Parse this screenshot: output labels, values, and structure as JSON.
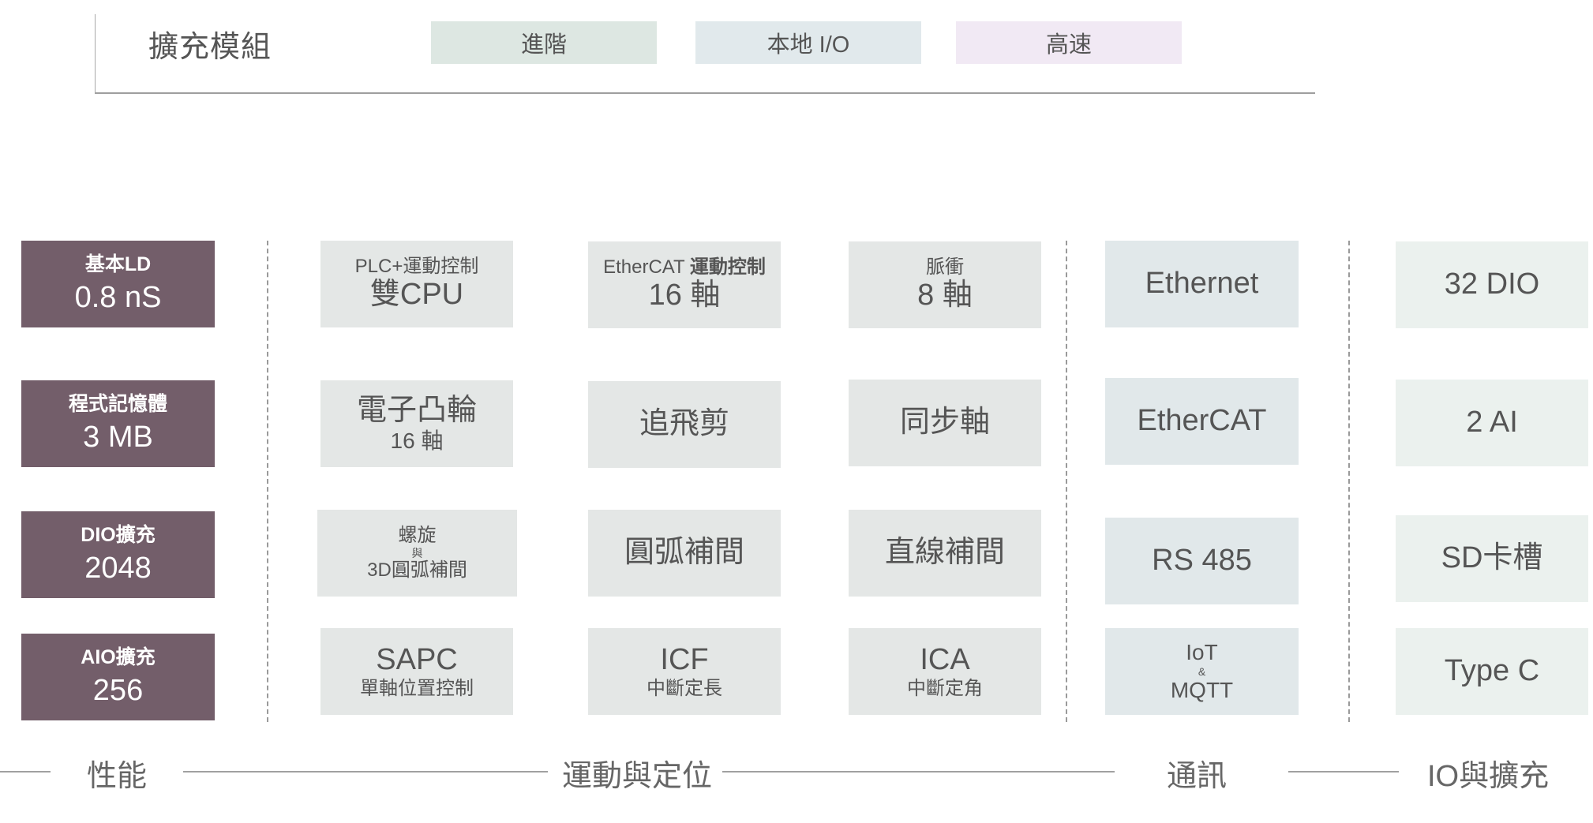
{
  "legend": {
    "title": "擴充模組",
    "chips": [
      {
        "label": "進階",
        "color": "#dde7e2"
      },
      {
        "label": "本地 I/O",
        "color": "#e1e9ec"
      },
      {
        "label": "高速",
        "color": "#f1e9f4"
      }
    ]
  },
  "categories": {
    "performance": "性能",
    "motion": "運動與定位",
    "communication": "通訊",
    "io_expansion": "IO與擴充"
  },
  "performance": [
    {
      "label": "基本LD",
      "value": "0.8 nS"
    },
    {
      "label": "程式記憶體",
      "value": "3 MB"
    },
    {
      "label": "DIO擴充",
      "value": "2048"
    },
    {
      "label": "AIO擴充",
      "value": "256"
    }
  ],
  "motion": {
    "plc_dual_cpu": {
      "top": "PLC+運動控制",
      "main": "雙CPU"
    },
    "ethercat_axes": {
      "top_a": "EtherCAT ",
      "top_b": "運動控制",
      "main": "16 軸"
    },
    "pulse_axes": {
      "top": "脈衝",
      "main": "8 軸"
    },
    "ecam": {
      "main": "電子凸輪",
      "sub": "16 軸"
    },
    "flying_shear": {
      "main": "追飛剪"
    },
    "sync_axis": {
      "main": "同步軸"
    },
    "helical": {
      "line1": "螺旋",
      "line2": "與",
      "line3": "3D圓弧補間"
    },
    "arc_interp": {
      "main": "圓弧補間"
    },
    "linear_interp": {
      "main": "直線補間"
    },
    "sapc": {
      "main": "SAPC",
      "sub": "單軸位置控制"
    },
    "icf": {
      "main": "ICF",
      "sub": "中斷定長"
    },
    "ica": {
      "main": "ICA",
      "sub": "中斷定角"
    }
  },
  "communication": {
    "ethernet": "Ethernet",
    "ethercat": "EtherCAT",
    "rs485": "RS 485",
    "iot": {
      "line1": "IoT",
      "line2": "&",
      "line3": "MQTT"
    }
  },
  "io": [
    "32 DIO",
    "2 AI",
    "SD卡槽",
    "Type C"
  ]
}
